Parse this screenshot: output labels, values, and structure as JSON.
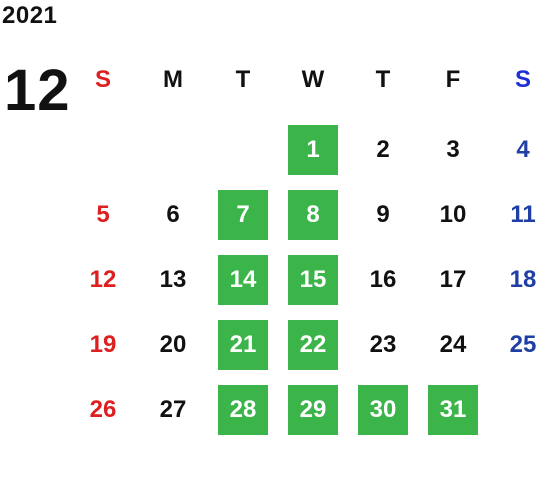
{
  "calendar": {
    "year": "2021",
    "month": "12",
    "weekdays": [
      "S",
      "M",
      "T",
      "W",
      "T",
      "F",
      "S"
    ],
    "weeks": [
      [
        "",
        "",
        "",
        "1",
        "2",
        "3",
        "4"
      ],
      [
        "5",
        "6",
        "7",
        "8",
        "9",
        "10",
        "11"
      ],
      [
        "12",
        "13",
        "14",
        "15",
        "16",
        "17",
        "18"
      ],
      [
        "19",
        "20",
        "21",
        "22",
        "23",
        "24",
        "25"
      ],
      [
        "26",
        "27",
        "28",
        "29",
        "30",
        "31",
        ""
      ]
    ],
    "highlighted_days": [
      "1",
      "7",
      "8",
      "14",
      "15",
      "21",
      "22",
      "28",
      "29",
      "30",
      "31"
    ],
    "colors": {
      "highlight": "#3bb54a",
      "sunday": "#dd1f1f",
      "saturday": "#1f3fa6",
      "text": "#111111"
    }
  }
}
